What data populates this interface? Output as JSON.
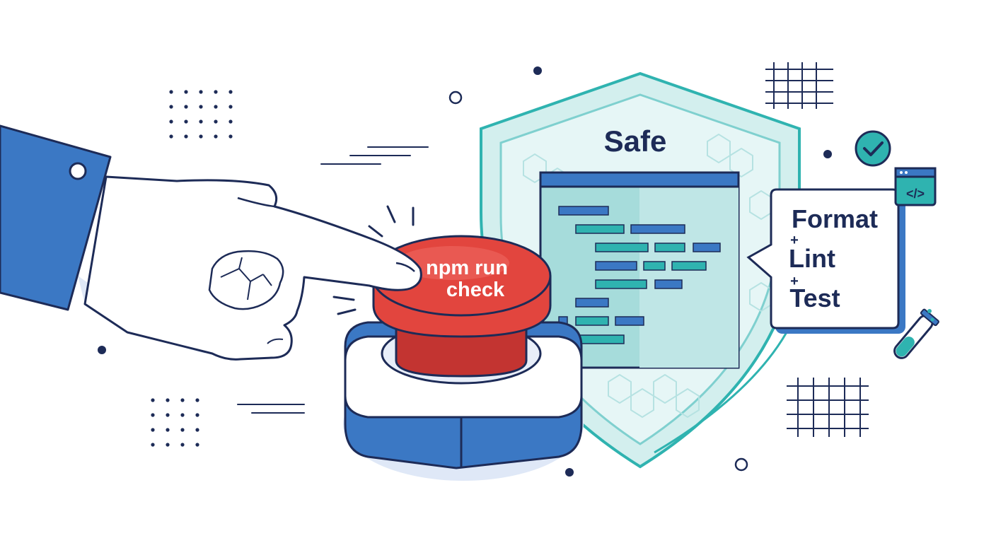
{
  "button": {
    "label_line1": "npm run",
    "label_line2": "check"
  },
  "shield": {
    "title": "Safe"
  },
  "callout": {
    "line1": "Format",
    "plus1": "+",
    "line2": "Lint",
    "plus2": "+",
    "line3": "Test"
  },
  "icons": {
    "check": "check-circle-icon",
    "code": "code-window-icon",
    "tube": "test-tube-icon"
  },
  "colors": {
    "navy": "#1d2b57",
    "blue": "#3b78c4",
    "red": "#e2453e",
    "teal": "#2fb3b0",
    "teal_light": "#bfe6e6"
  }
}
